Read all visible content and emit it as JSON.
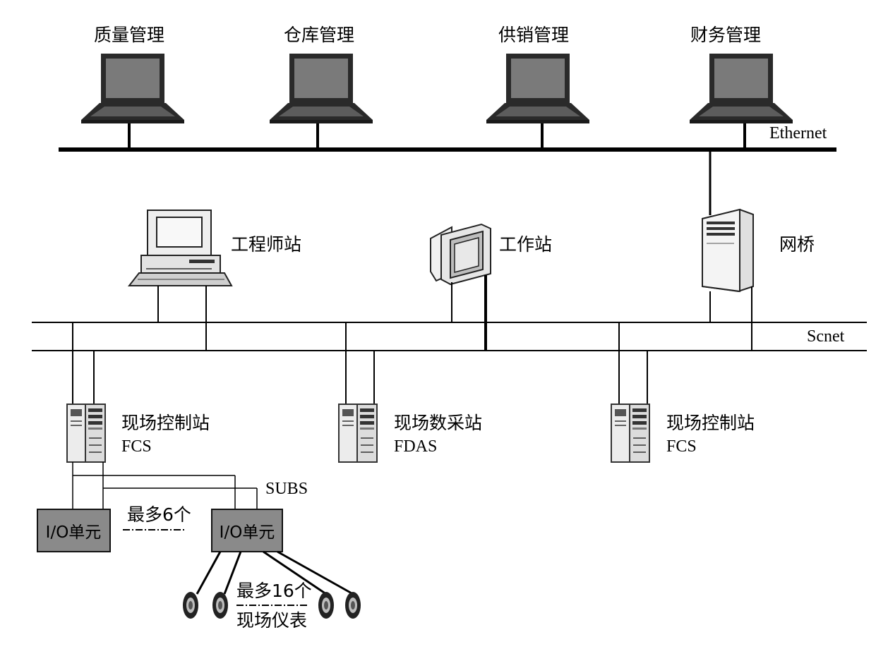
{
  "management": [
    "质量管理",
    "仓库管理",
    "供销管理",
    "财务管理"
  ],
  "buses": {
    "ethernet": "Ethernet",
    "scnet": "Scnet",
    "subs": "SUBS"
  },
  "stations": {
    "engineer": "工程师站",
    "operator": "工作站",
    "bridge": "网桥"
  },
  "field_stations": [
    {
      "name": "现场控制站",
      "code": "FCS"
    },
    {
      "name": "现场数采站",
      "code": "FDAS"
    },
    {
      "name": "现场控制站",
      "code": "FCS"
    }
  ],
  "io_units": [
    "I/O单元",
    "I/O单元"
  ],
  "notes": {
    "max_units": "最多6个",
    "max_instruments": "最多16个",
    "instruments": "现场仪表"
  }
}
